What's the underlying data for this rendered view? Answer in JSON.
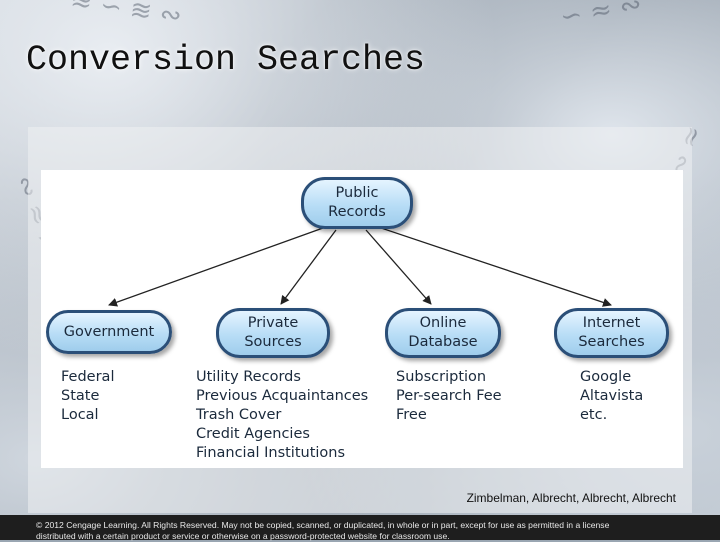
{
  "title": "Conversion Searches",
  "diagram": {
    "root": {
      "label": "Public\nRecords"
    },
    "branches": [
      {
        "label": "Government",
        "items": [
          "Federal",
          "State",
          "Local"
        ]
      },
      {
        "label": "Private\nSources",
        "items": [
          "Utility Records",
          "Previous Acquaintances",
          "Trash Cover",
          "Credit Agencies",
          "Financial Institutions"
        ]
      },
      {
        "label": "Online\nDatabase",
        "items": [
          "Subscription",
          "Per-search Fee",
          "Free"
        ]
      },
      {
        "label": "Internet\nSearches",
        "items": [
          "Google",
          "Altavista",
          "etc."
        ]
      }
    ],
    "colors": {
      "node_fill": "#b8ddf6",
      "node_border": "#2b4f78",
      "edge": "#222222"
    }
  },
  "credit": "Zimbelman, Albrecht, Albrecht, Albrecht",
  "footer": {
    "line1": "© 2012 Cengage Learning. All Rights Reserved. May not be copied, scanned, or duplicated, in whole or in part, except for use as permitted in a license",
    "line2": "distributed with a certain product or service or otherwise on a password-protected website for classroom use."
  }
}
